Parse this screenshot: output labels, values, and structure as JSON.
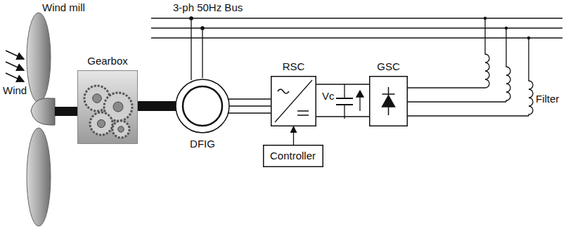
{
  "diagram": {
    "nodes": [
      {
        "text": [
          "Gearbox"
        ]
      },
      {
        "text": [
          "DFIG"
        ]
      },
      {
        "text": [
          "RSC"
        ]
      },
      {
        "text": [
          "GSC"
        ]
      },
      {
        "text": [
          "Controller"
        ]
      }
    ],
    "edges": [
      {
        "from": 0,
        "to": 1,
        "arrow": "none"
      },
      {
        "from": 1,
        "to": 2,
        "arrow": "none"
      },
      {
        "from": 2,
        "to": 3,
        "arrow": "none"
      },
      {
        "from": 4,
        "to": 2,
        "arrow": "to"
      }
    ],
    "labels": [
      "3-ph 50Hz Bus",
      "Wind mill",
      "Wind",
      "Vc",
      "Filter"
    ]
  }
}
